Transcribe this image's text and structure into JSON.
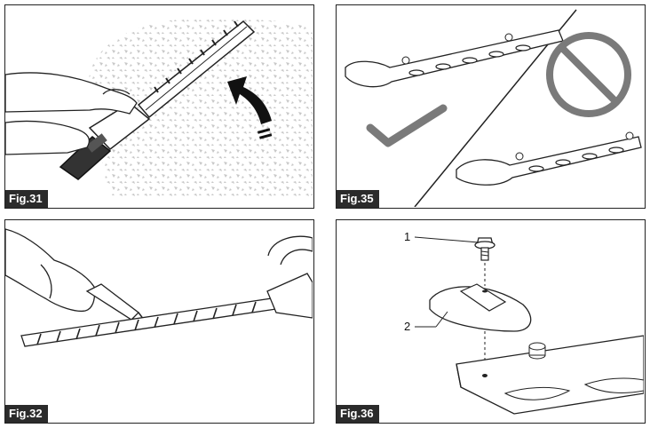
{
  "figures": [
    {
      "id": "fig31",
      "label": "Fig.31"
    },
    {
      "id": "fig35",
      "label": "Fig.35"
    },
    {
      "id": "fig32",
      "label": "Fig.32"
    },
    {
      "id": "fig36",
      "label": "Fig.36"
    }
  ],
  "callouts": {
    "bolt": "1",
    "blade_cover": "2"
  },
  "icons": {
    "fig31": [
      "hands-icon",
      "hedge-trimmer-icon",
      "hedge-foliage-icon",
      "arrow-icon"
    ],
    "fig35": [
      "check-icon",
      "prohibited-icon",
      "blade-icon"
    ],
    "fig32": [
      "oil-bottle-icon",
      "hand-icon",
      "hedge-trimmer-icon"
    ],
    "fig36": [
      "bolt-icon",
      "blade-cover-plate-icon",
      "blade-icon"
    ]
  }
}
